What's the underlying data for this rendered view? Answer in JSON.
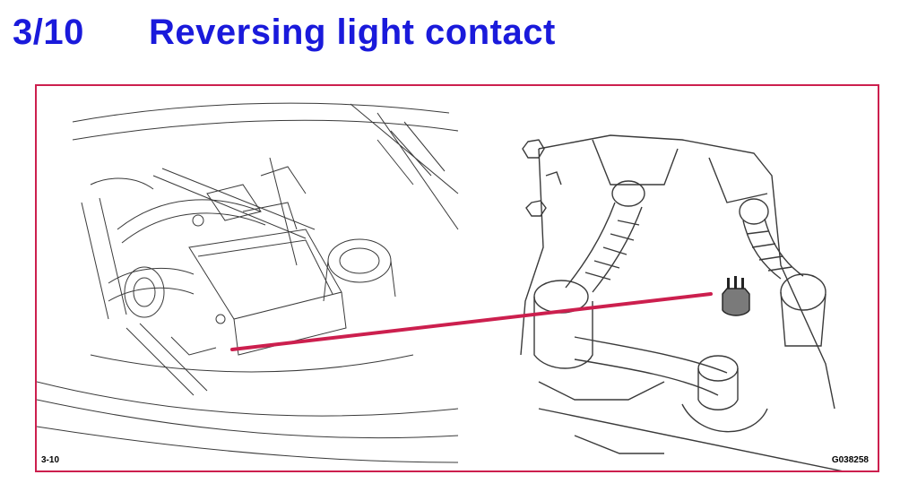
{
  "header": {
    "step": "3/10",
    "title": "Reversing light contact"
  },
  "figure": {
    "label_left": "3-10",
    "label_right": "G038258"
  },
  "colors": {
    "title": "#1a1adb",
    "frame_border": "#cc1f4e",
    "pointer_line": "#cc1f4e",
    "drawing_stroke": "#3a3a3a",
    "contact_fill": "#7a7a7a"
  }
}
